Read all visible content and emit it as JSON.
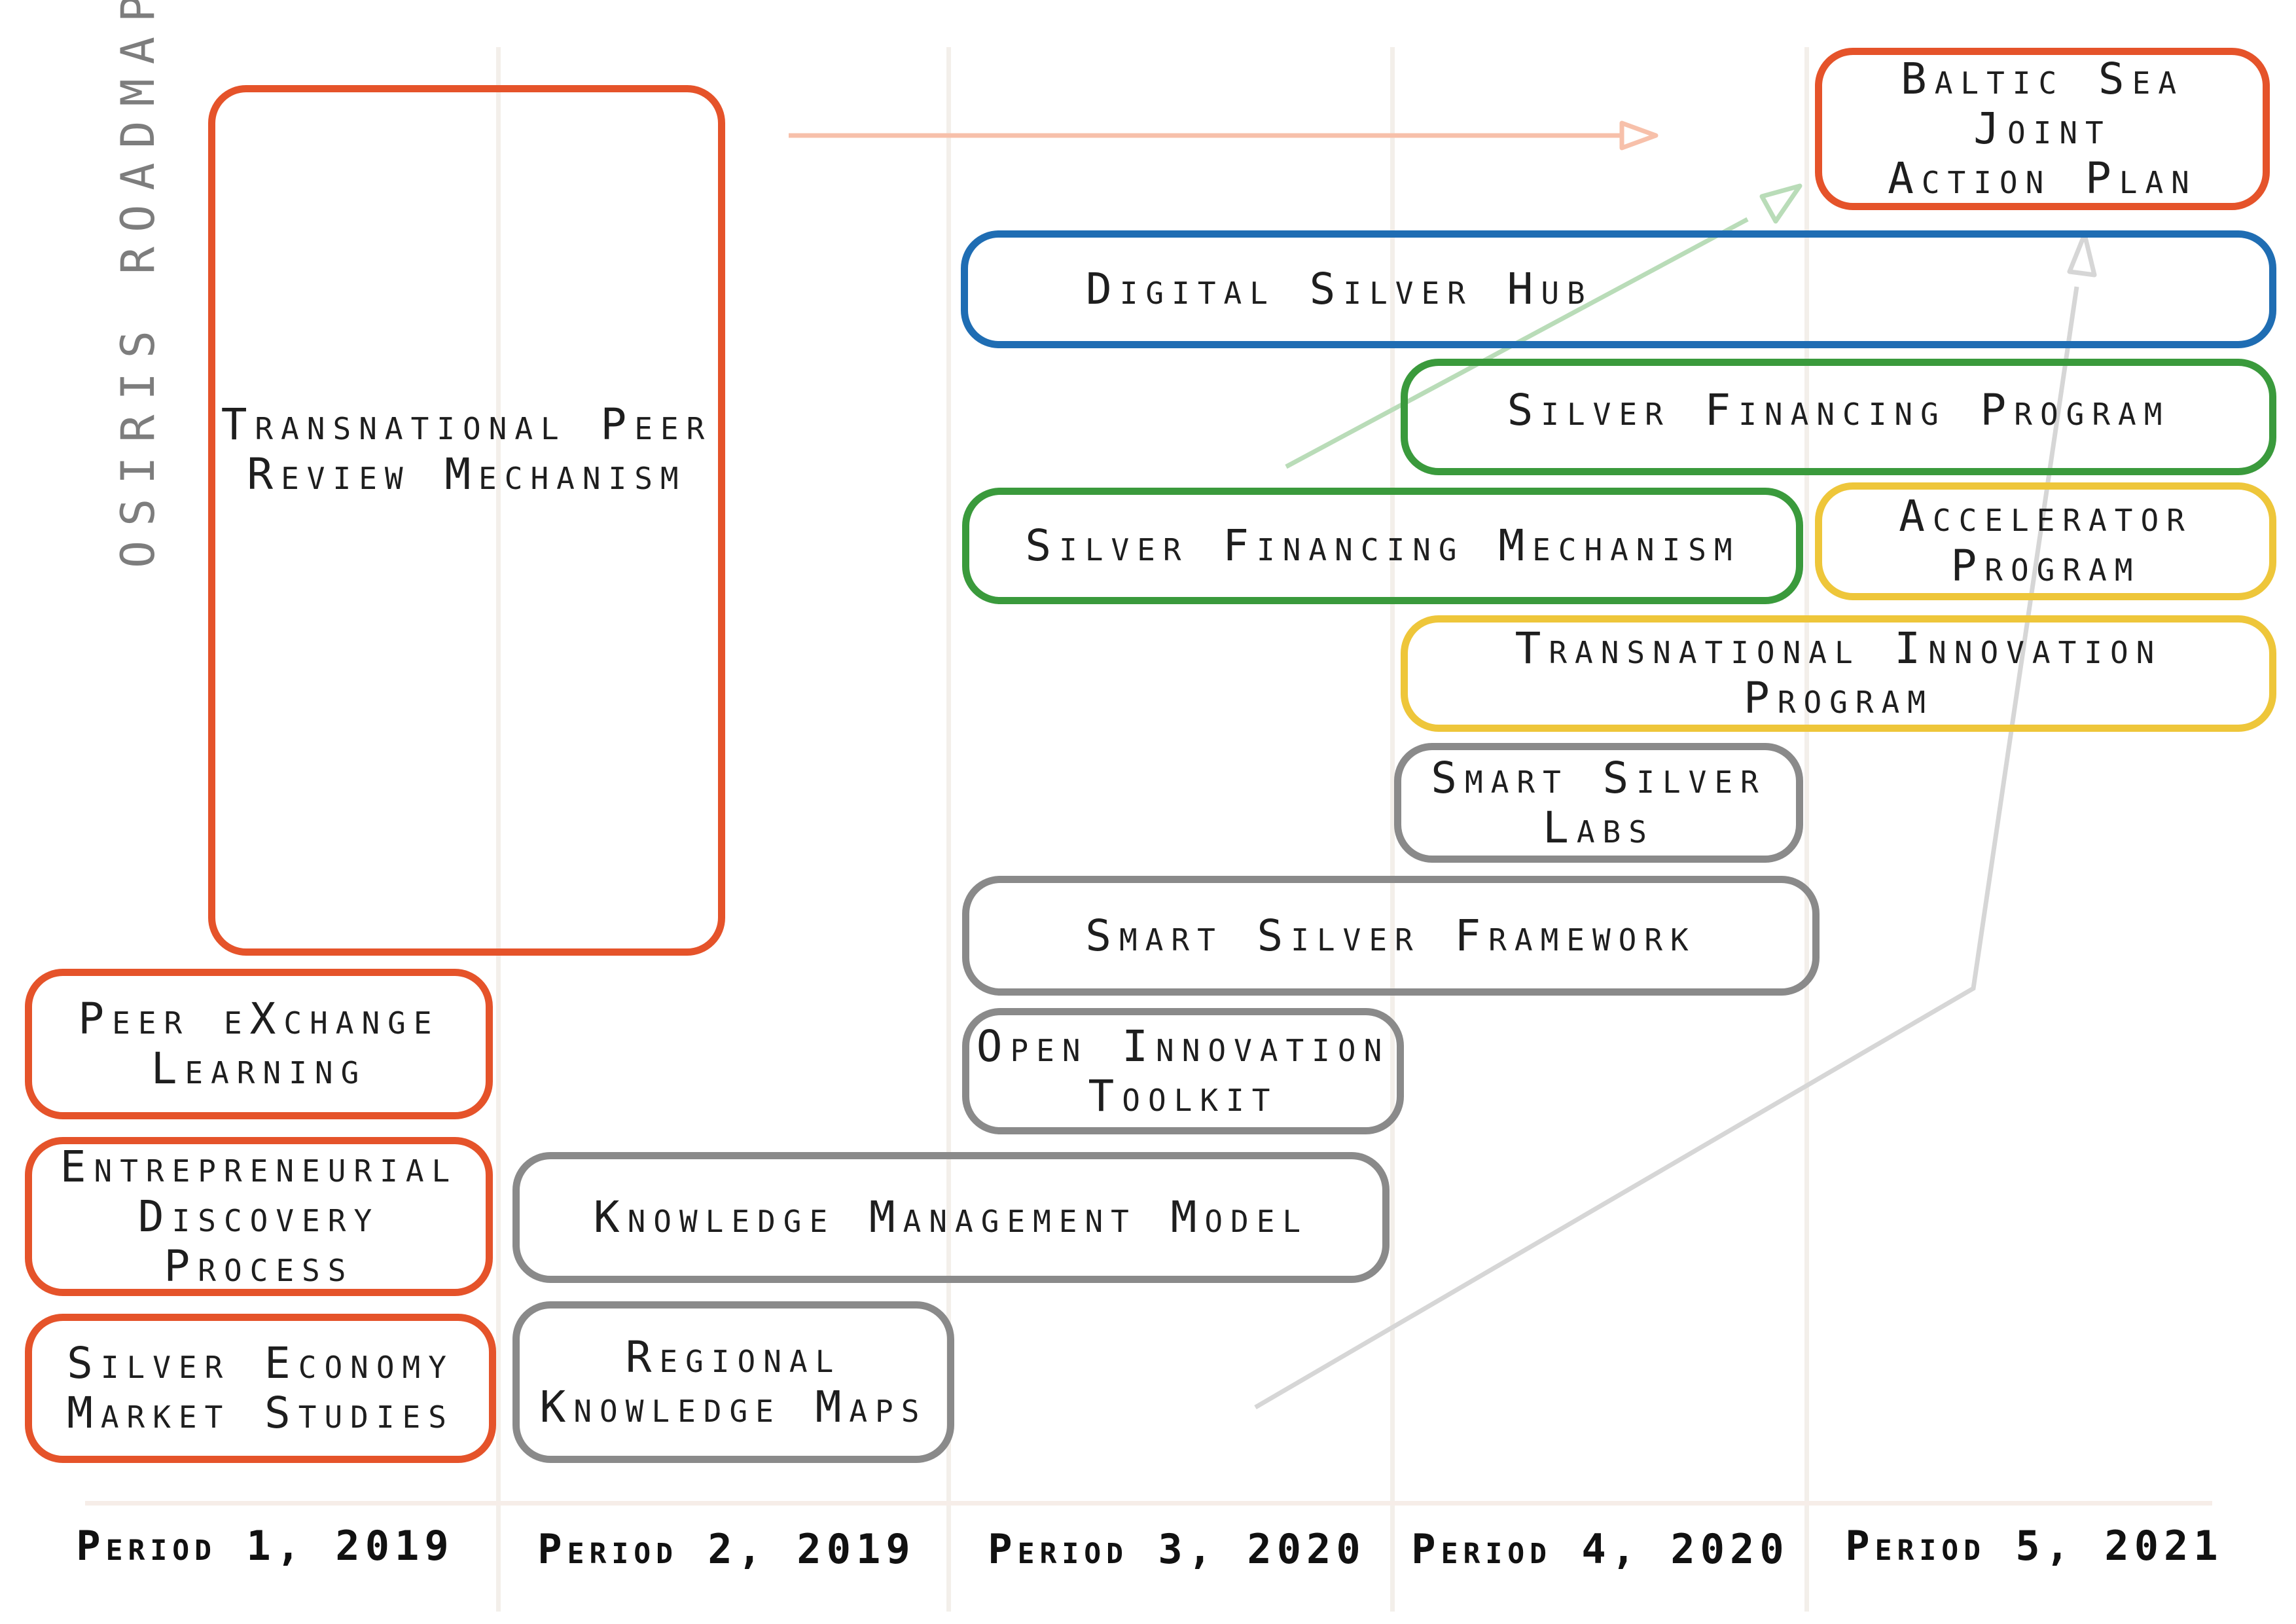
{
  "title": "OSIRIS ROADMAP",
  "periods": [
    "Period 1, 2019",
    "Period 2, 2019",
    "Period 3, 2020",
    "Period 4, 2020",
    "Period 5, 2021"
  ],
  "boxes": {
    "baltic_sea_joint_action_plan": "Baltic Sea Joint\nAction Plan",
    "transnational_peer_review_mechanism": "Transnational Peer\nReview Mechanism",
    "digital_silver_hub": "Digital Silver Hub",
    "silver_financing_program": "Silver Financing Program",
    "silver_financing_mechanism": "Silver Financing Mechanism",
    "accelerator_program": "Accelerator\nProgram",
    "transnational_innovation_program": "Transnational Innovation Program",
    "smart_silver_labs": "Smart Silver\nLabs",
    "smart_silver_framework": "Smart Silver Framework",
    "open_innovation_toolkit": "Open Innovation\nToolkit",
    "peer_exchange_learning": "Peer eXchange\nLearning",
    "entrepreneurial_discovery_process": "Entrepreneurial\nDiscovery Process",
    "knowledge_management_model": "Knowledge Management Model",
    "silver_economy_market_studies": "Silver Economy\nMarket Studies",
    "regional_knowledge_maps": "Regional\nKnowledge Maps"
  },
  "colors": {
    "orange": "#e5532a",
    "gray": "#8a8a8a",
    "blue": "#1f6db3",
    "green": "#3a9a3c",
    "yellow": "#eec63a",
    "arrow_orange": "#f7c0aa",
    "arrow_green": "#b9dcb8",
    "arrow_gray": "#d6d6d6"
  }
}
